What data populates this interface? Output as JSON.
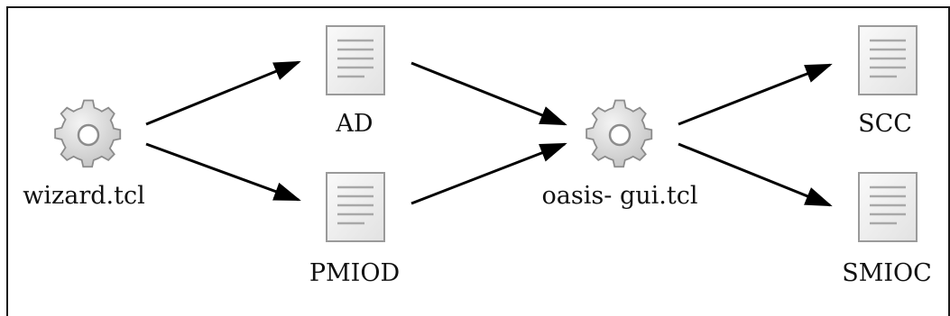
{
  "nodes": {
    "wizard": {
      "label": "wizard.tcl",
      "icon": "gear-icon"
    },
    "ad": {
      "label": "AD",
      "icon": "document-icon"
    },
    "pmiod": {
      "label": "PMIOD",
      "icon": "document-icon"
    },
    "oasis": {
      "label": "oasis- gui.tcl",
      "icon": "gear-icon"
    },
    "scc": {
      "label": "SCC",
      "icon": "document-icon"
    },
    "smioc": {
      "label": "SMIOC",
      "icon": "document-icon"
    }
  },
  "edges": [
    {
      "from": "wizard",
      "to": "ad"
    },
    {
      "from": "wizard",
      "to": "pmiod"
    },
    {
      "from": "ad",
      "to": "oasis"
    },
    {
      "from": "pmiod",
      "to": "oasis"
    },
    {
      "from": "oasis",
      "to": "scc"
    },
    {
      "from": "oasis",
      "to": "smioc"
    }
  ],
  "colors": {
    "border": "#1a1a1a",
    "arrow": "#000000",
    "icon_fill": "#dcdcdc",
    "icon_stroke": "#8c8c8c"
  }
}
